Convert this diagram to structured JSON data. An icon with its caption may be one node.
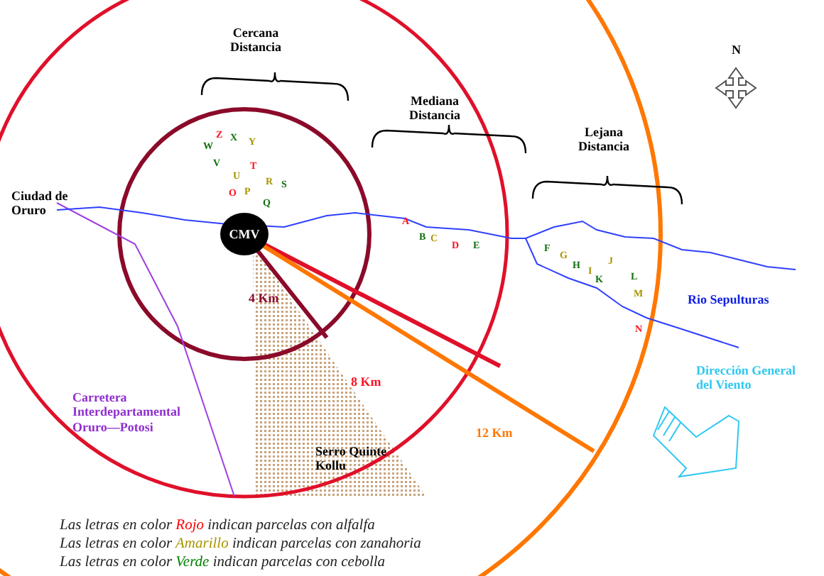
{
  "diagram": {
    "nodes": [
      {
        "text": [
          "CMV"
        ]
      }
    ],
    "labels": [
      "Cercana Distancia",
      "Mediana Distancia",
      "Lejana Distancia",
      "N",
      "Z",
      "X",
      "Y",
      "W",
      "V",
      "T",
      "U",
      "R",
      "S",
      "O",
      "P",
      "Q",
      "Ciudad de Oruro",
      "A",
      "B",
      "C",
      "D",
      "E",
      "F",
      "G",
      "H",
      "I",
      "J",
      "K",
      "L",
      "M",
      "4 Km",
      "Rio Sepulturas",
      "N",
      "8 Km",
      "12 Km",
      "Dirección General del Viento",
      "Carretera Interdepartamental Oruro—Potosi",
      "Serro Quinte Kollu"
    ],
    "legend": [
      {
        "text": "Las letras en color *Rojo* indican parcelas con alfalfa",
        "color": "#ff0000"
      },
      {
        "text": "Las letras en color *Amarillo* indican parcelas con zanahoria",
        "color": "#a89600"
      },
      {
        "text": "Las letras en color *Verde* indican parcelas con cebolla",
        "color": "#008000"
      }
    ]
  }
}
